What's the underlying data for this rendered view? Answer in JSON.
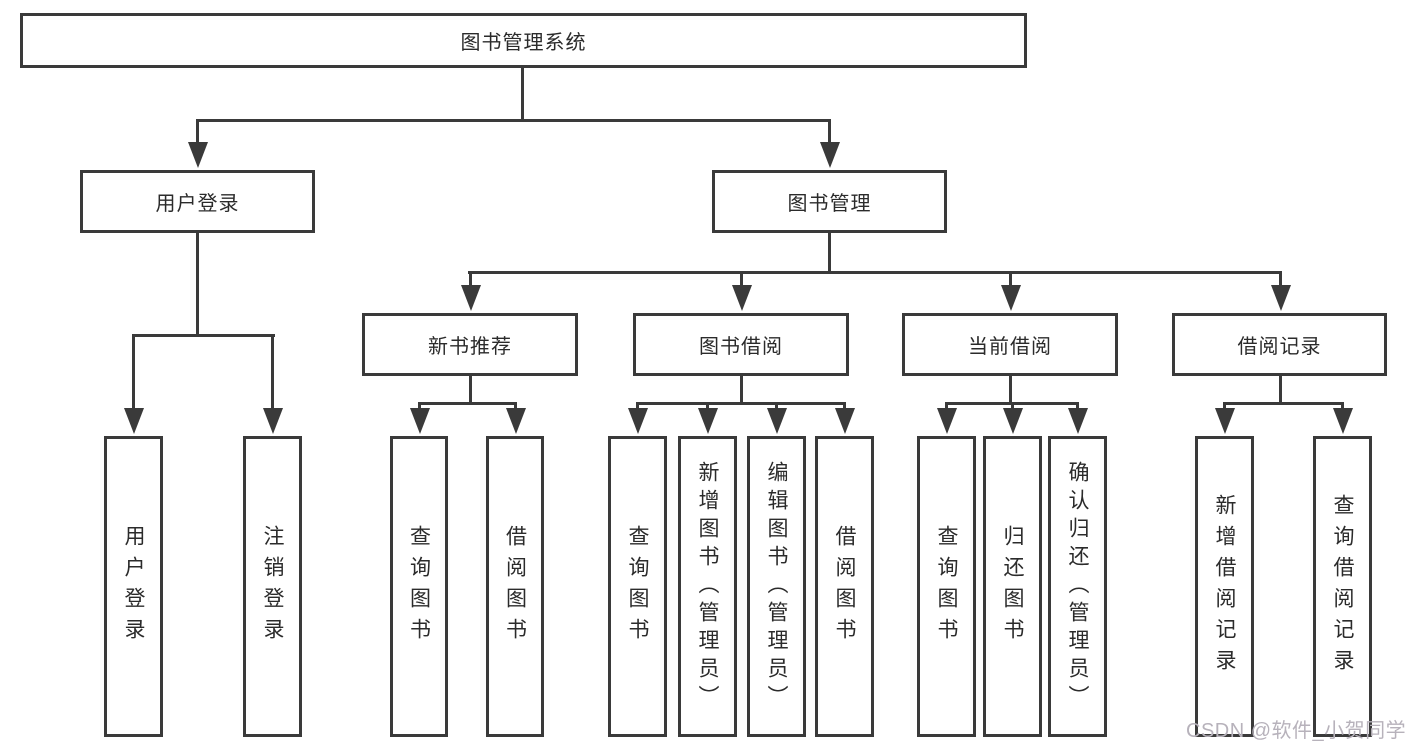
{
  "diagram": {
    "root": {
      "label": "图书管理系统"
    },
    "level2": [
      {
        "label": "用户登录"
      },
      {
        "label": "图书管理"
      }
    ],
    "level3": [
      {
        "label": "新书推荐"
      },
      {
        "label": "图书借阅"
      },
      {
        "label": "当前借阅"
      },
      {
        "label": "借阅记录"
      }
    ],
    "leaves": {
      "user_login": [
        "用户登录",
        "注销登录"
      ],
      "new_book_recommend": [
        "查询图书",
        "借阅图书"
      ],
      "book_borrowing": [
        "查询图书",
        "新增图书（管理员）",
        "编辑图书（管理员）",
        "借阅图书"
      ],
      "current_borrowing": [
        "查询图书",
        "归还图书",
        "确认归还（管理员）"
      ],
      "borrowing_records": [
        "新增借阅记录",
        "查询借阅记录"
      ]
    }
  },
  "watermark": "CSDN @软件_小贺同学",
  "colors": {
    "line": "#3a3a3a",
    "border": "#3a3a3a",
    "text": "#2b2b2b",
    "background": "#ffffff",
    "watermark": "#b7b2bb"
  }
}
